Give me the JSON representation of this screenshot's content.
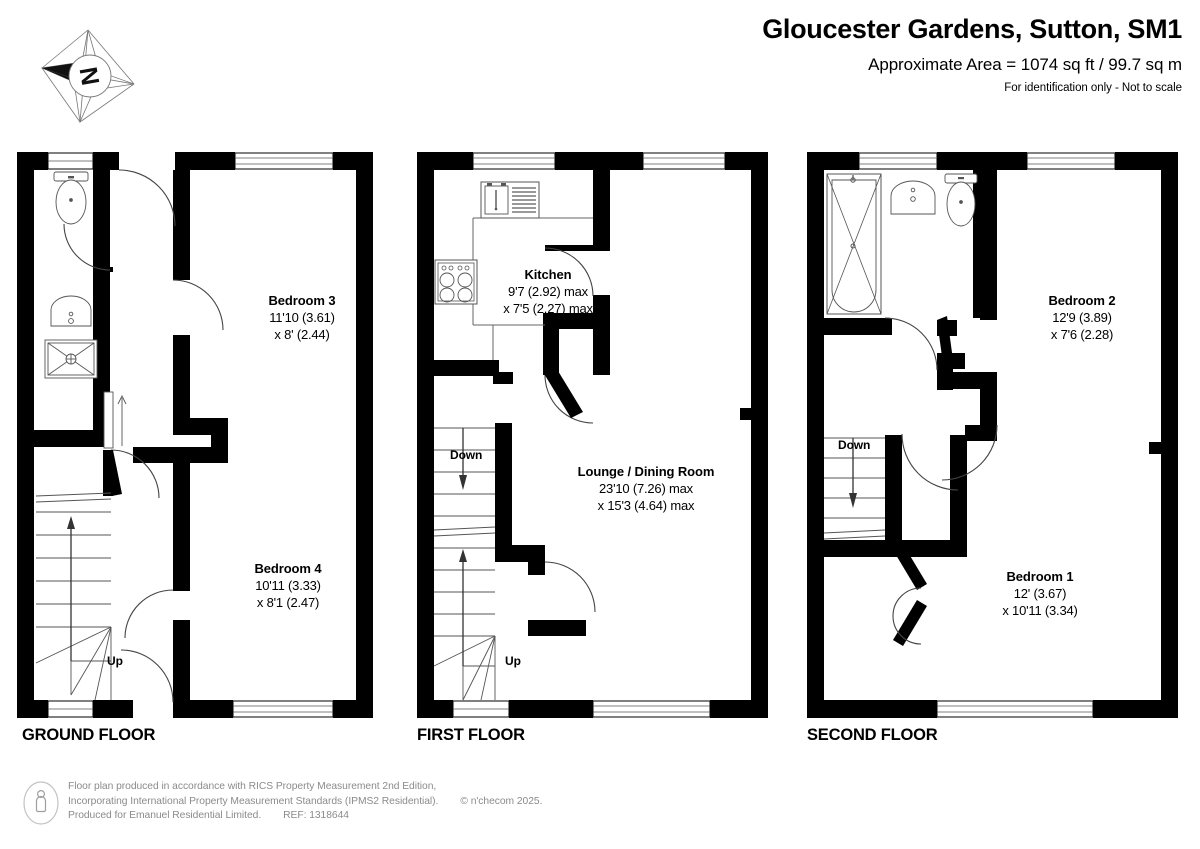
{
  "header": {
    "title": "Gloucester Gardens, Sutton, SM1",
    "area": "Approximate Area = 1074 sq ft / 99.7 sq m",
    "note": "For identification only - Not to scale"
  },
  "compass": {
    "label": "N"
  },
  "floors": [
    {
      "id": "ground",
      "label": "GROUND FLOOR",
      "rooms": [
        {
          "name": "Bedroom 3",
          "dim1": "11'10 (3.61)",
          "dim2": "x 8' (2.44)"
        },
        {
          "name": "Bedroom 4",
          "dim1": "10'11 (3.33)",
          "dim2": "x 8'1 (2.47)"
        }
      ],
      "stairs": [
        {
          "word": "Up"
        }
      ]
    },
    {
      "id": "first",
      "label": "FIRST FLOOR",
      "rooms": [
        {
          "name": "Kitchen",
          "dim1": "9'7 (2.92) max",
          "dim2": "x 7'5 (2.27) max"
        },
        {
          "name": "Lounge / Dining Room",
          "dim1": "23'10 (7.26) max",
          "dim2": "x 15'3 (4.64) max"
        }
      ],
      "stairs": [
        {
          "word": "Down"
        },
        {
          "word": "Up"
        }
      ]
    },
    {
      "id": "second",
      "label": "SECOND FLOOR",
      "rooms": [
        {
          "name": "Bedroom 2",
          "dim1": "12'9 (3.89)",
          "dim2": "x 7'6 (2.28)"
        },
        {
          "name": "Bedroom 1",
          "dim1": "12' (3.67)",
          "dim2": "x 10'11 (3.34)"
        }
      ],
      "stairs": [
        {
          "word": "Down"
        }
      ]
    }
  ],
  "footer": {
    "line1": "Floor plan produced in accordance with RICS Property Measurement 2nd Edition,",
    "line2": "Incorporating International Property Measurement Standards (IPMS2 Residential).",
    "copyright": "© n'checom 2025.",
    "line3": "Produced for Emanuel Residential Limited.",
    "ref": "REF: 1318644"
  },
  "colors": {
    "wall": "#000000",
    "fixture_stroke": "#555555",
    "footer_text": "#8b8b8b"
  }
}
